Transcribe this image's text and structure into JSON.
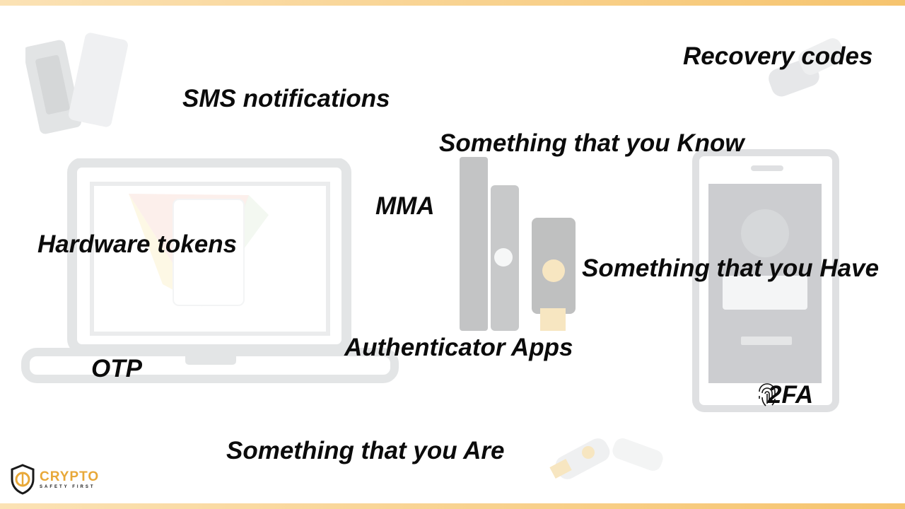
{
  "terms": {
    "sms": "SMS notifications",
    "recovery": "Recovery codes",
    "know": "Something that you Know",
    "mma": "MMA",
    "hardware": "Hardware tokens",
    "have": "Something that you Have",
    "authenticator": "Authenticator Apps",
    "otp": "OTP",
    "twofa": "2FA",
    "are": "Something that you Are"
  },
  "logo": {
    "title": "CRYPTO",
    "subtitle": "SAFETY FIRST"
  },
  "colors": {
    "accent": "#f6c46e",
    "brand": "#e8a838",
    "text": "#0b0b0b"
  }
}
